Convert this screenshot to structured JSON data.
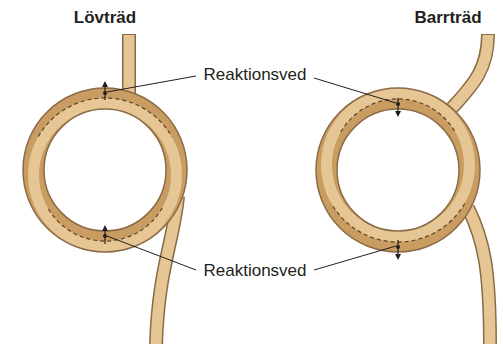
{
  "diagram": {
    "labels": [
      "Lövträd",
      "Barrträd",
      "Reaktionsved",
      "Reaktionsved"
    ]
  }
}
